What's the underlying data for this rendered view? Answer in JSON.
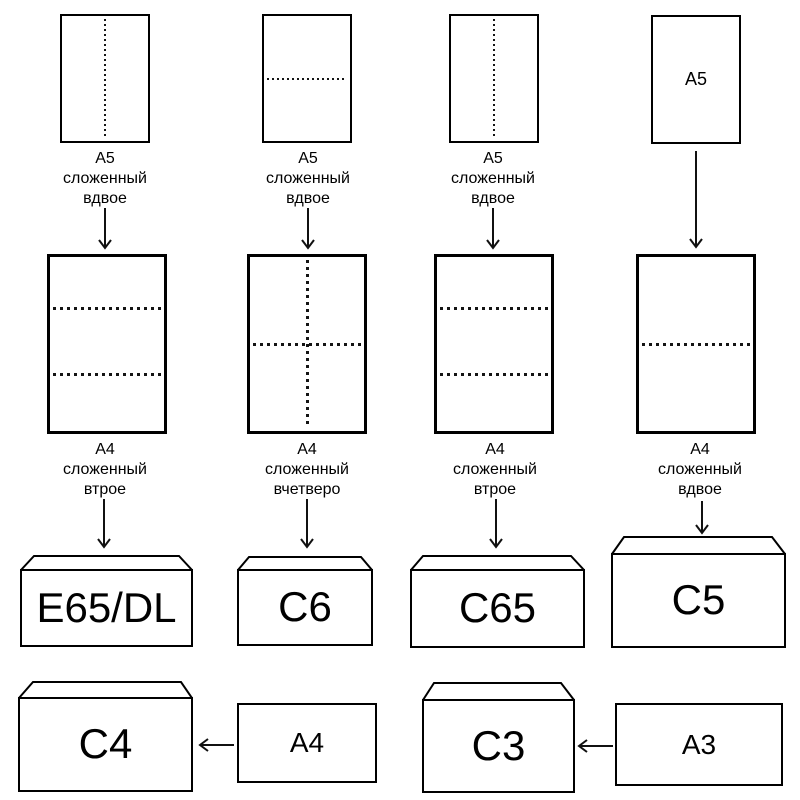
{
  "colors": {
    "ink": "#000000",
    "paper": "#ffffff",
    "highlight": "#f9a1a6"
  },
  "columns": [
    {
      "top_caption": [
        "A5",
        "сложенный",
        "вдвое"
      ],
      "mid_caption": [
        "A4",
        "сложенный",
        "втрое"
      ],
      "envelope": "E65/DL"
    },
    {
      "top_caption": [
        "A5",
        "сложенный",
        "вдвое"
      ],
      "mid_caption": [
        "A4",
        "сложенный",
        "вчетверо"
      ],
      "envelope": "C6"
    },
    {
      "top_caption": [
        "A5",
        "сложенный",
        "вдвое"
      ],
      "mid_caption": [
        "A4",
        "сложенный",
        "втрое"
      ],
      "envelope": "C65"
    },
    {
      "top_paper_label": "A5",
      "mid_caption": [
        "A4",
        "сложенный",
        "вдвое"
      ],
      "envelope": "C5"
    }
  ],
  "bottom_row": [
    {
      "envelope": "C4",
      "source_paper": "A4",
      "highlighted": true
    },
    {
      "envelope": "C3",
      "source_paper": "A3",
      "highlighted": false
    }
  ]
}
